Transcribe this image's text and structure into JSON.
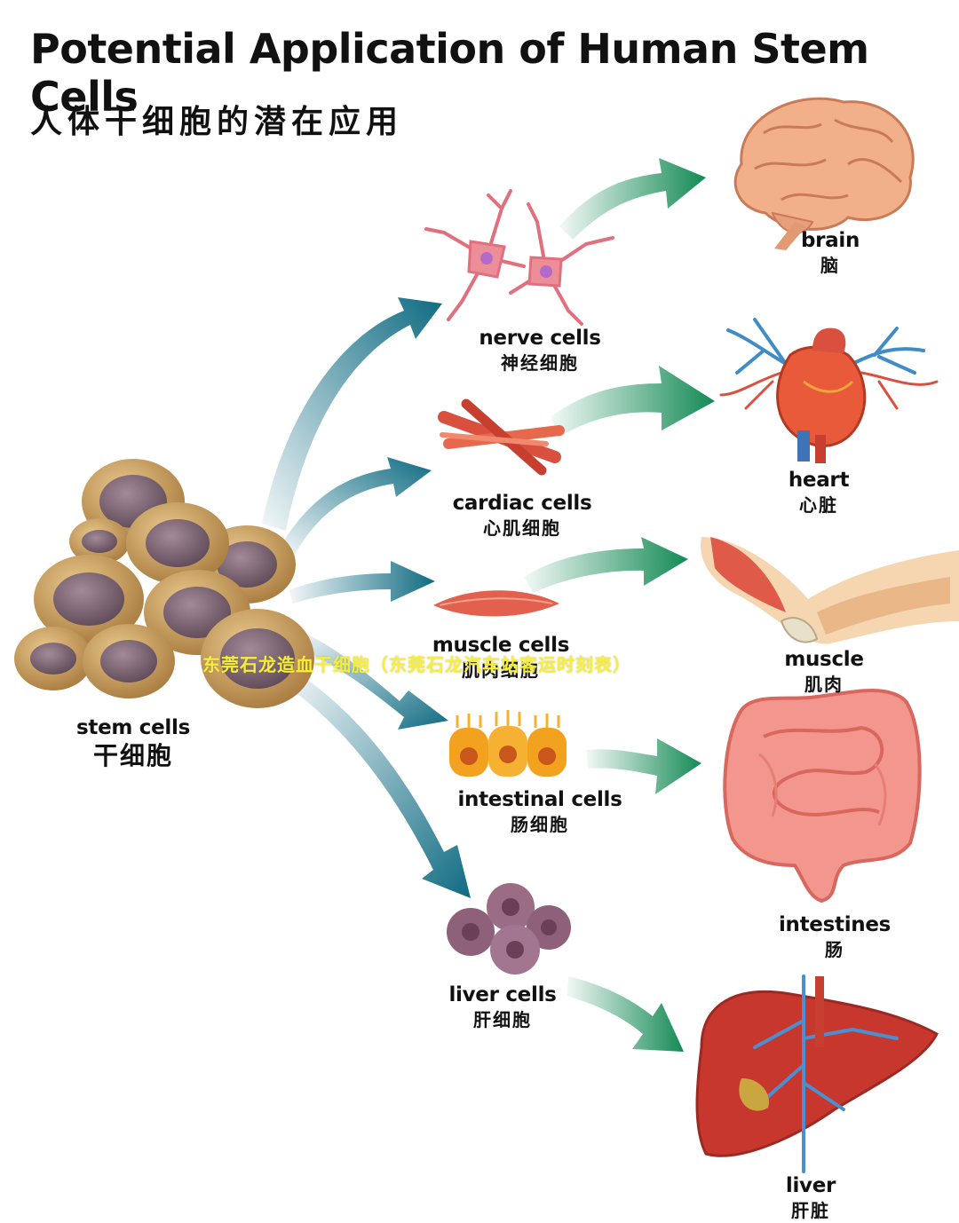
{
  "title": "Potential Application of Human Stem Cells",
  "subtitle": "人体干细胞的潜在应用",
  "watermark": "东莞石龙造血干细胞（东莞石龙汽车站客运时刻表）",
  "source": {
    "label_en": "stem cells",
    "label_zh": "干细胞"
  },
  "cells": [
    {
      "label_en": "nerve cells",
      "label_zh": "神经细胞"
    },
    {
      "label_en": "cardiac cells",
      "label_zh": "心肌细胞"
    },
    {
      "label_en": "muscle cells",
      "label_zh": "肌肉细胞"
    },
    {
      "label_en": "intestinal cells",
      "label_zh": "肠细胞"
    },
    {
      "label_en": "liver cells",
      "label_zh": "肝细胞"
    }
  ],
  "organs": [
    {
      "label_en": "brain",
      "label_zh": "脑"
    },
    {
      "label_en": "heart",
      "label_zh": "心脏"
    },
    {
      "label_en": "muscle",
      "label_zh": "肌肉"
    },
    {
      "label_en": "intestines",
      "label_zh": "肠"
    },
    {
      "label_en": "liver",
      "label_zh": "肝脏"
    }
  ],
  "colors": {
    "arrow_blue": "#0f6b82",
    "arrow_green": "#138a55",
    "stem_cell": "#c79a5c",
    "stem_nucleus": "#7f6676",
    "nerve": "#e0707e",
    "muscle": "#d9503f",
    "intestinal": "#f3a21f",
    "liver_cell": "#8e6079",
    "brain": "#f2b08a",
    "heart": "#e85a3a",
    "liver": "#c8372d"
  },
  "icons": [
    "stem-cell-cluster",
    "nerve-cell-icon",
    "cardiac-fiber-icon",
    "muscle-cell-icon",
    "intestinal-cell-icon",
    "liver-cell-icon",
    "brain-icon",
    "heart-icon",
    "arm-muscle-icon",
    "intestines-icon",
    "liver-icon"
  ]
}
